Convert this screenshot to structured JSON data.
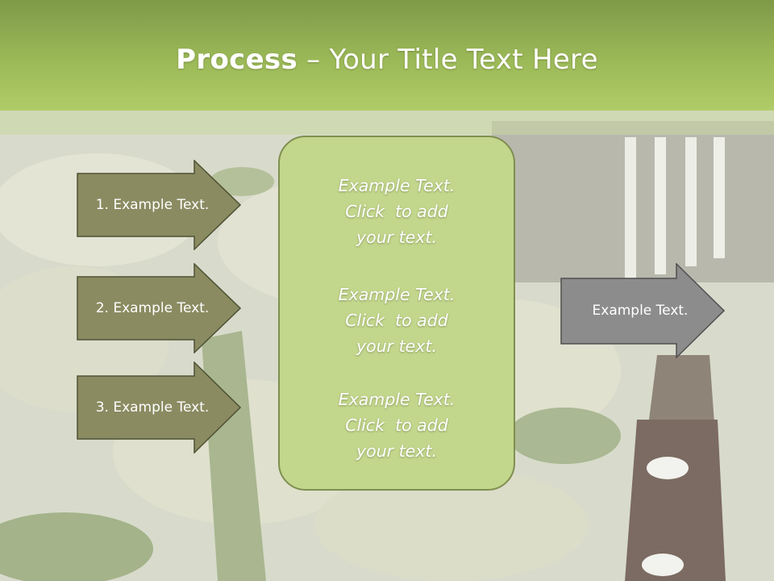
{
  "slide": {
    "title_bold": "Process",
    "title_rest": " – Your Title Text Here",
    "left_items": [
      {
        "label": "1. Example Text."
      },
      {
        "label": "2. Example Text."
      },
      {
        "label": "3. Example Text."
      }
    ],
    "center_blocks": [
      {
        "line1": "Example Text.",
        "line2": "Click  to add",
        "line3": "your text."
      },
      {
        "line1": "Example Text.",
        "line2": "Click  to add",
        "line3": "your text."
      },
      {
        "line1": "Example Text.",
        "line2": "Click  to add",
        "line3": "your text."
      }
    ],
    "output_item": {
      "label": "Example Text."
    }
  },
  "colors": {
    "title_bar": "#9cb958",
    "left_arrow_fill": "#8a8b61",
    "panel_fill": "#c2d68c",
    "output_arrow_fill": "#8c8c8c"
  }
}
